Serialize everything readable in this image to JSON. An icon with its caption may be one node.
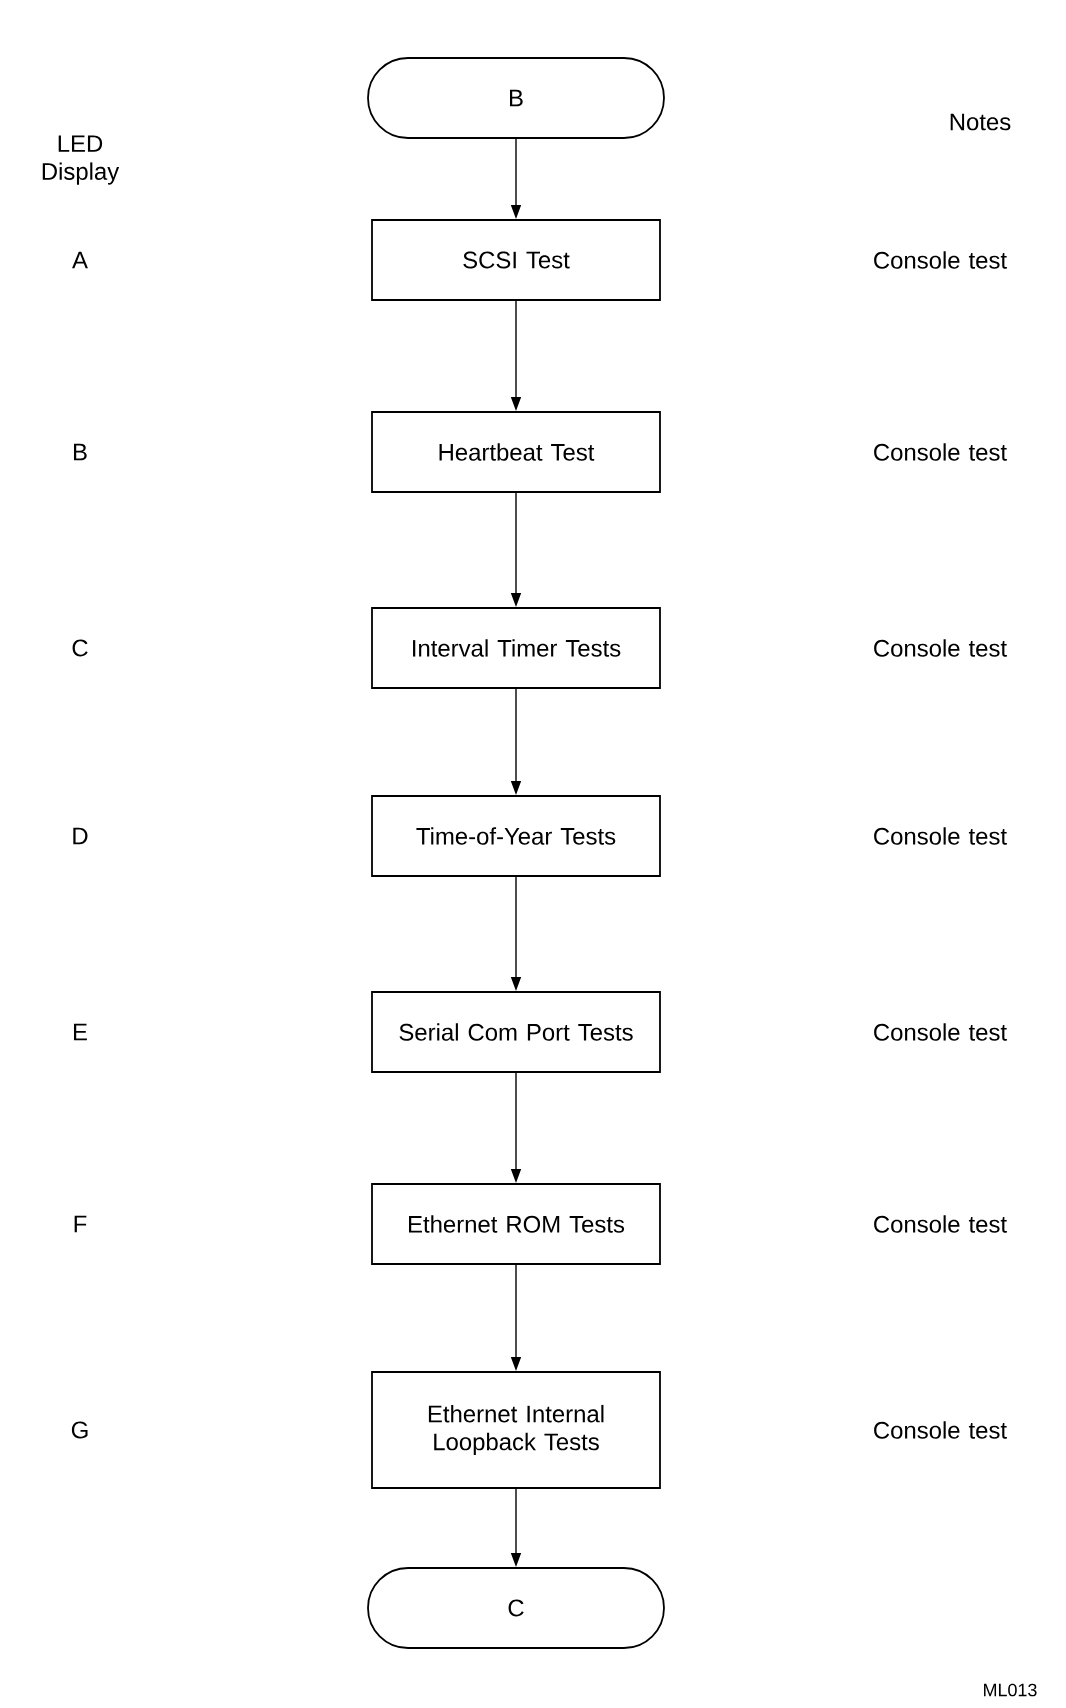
{
  "diagram": {
    "nodes": [
      {
        "text": [
          "B"
        ]
      },
      {
        "text": [
          "SCSI Test"
        ]
      },
      {
        "text": [
          "Heartbeat Test"
        ]
      },
      {
        "text": [
          "Interval Timer Tests"
        ]
      },
      {
        "text": [
          "Time-of-Year Tests"
        ]
      },
      {
        "text": [
          "Serial Com Port Tests"
        ]
      },
      {
        "text": [
          "Ethernet ROM Tests"
        ]
      },
      {
        "text": [
          "Ethernet Internal Loopback Tests"
        ]
      },
      {
        "text": [
          "C"
        ]
      }
    ],
    "edges": [
      {
        "from": 0,
        "to": 1,
        "arrow": "to"
      },
      {
        "from": 1,
        "to": 2,
        "arrow": "to"
      },
      {
        "from": 2,
        "to": 3,
        "arrow": "to"
      },
      {
        "from": 3,
        "to": 4,
        "arrow": "to"
      },
      {
        "from": 4,
        "to": 5,
        "arrow": "to"
      },
      {
        "from": 5,
        "to": 6,
        "arrow": "to"
      },
      {
        "from": 6,
        "to": 7,
        "arrow": "to"
      },
      {
        "from": 7,
        "to": 8,
        "arrow": "to"
      }
    ],
    "labels": [
      "Notes",
      "LED Display",
      "A",
      "Console test",
      "B",
      "Console test",
      "C",
      "Console test",
      "D",
      "Console test",
      "E",
      "Console test",
      "F",
      "Console test",
      "G",
      "Console test",
      "ML013"
    ]
  }
}
